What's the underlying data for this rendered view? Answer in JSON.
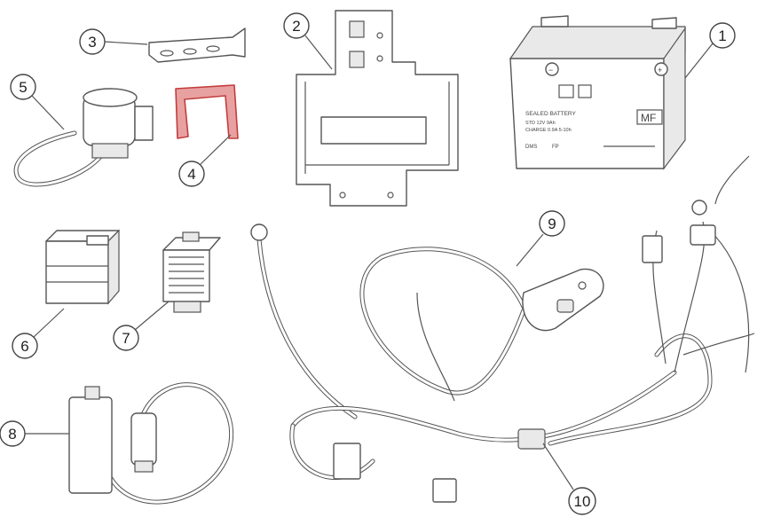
{
  "diagram": {
    "callouts": [
      {
        "id": "1",
        "label": "1",
        "part": "battery"
      },
      {
        "id": "2",
        "label": "2",
        "part": "battery-tray"
      },
      {
        "id": "3",
        "label": "3",
        "part": "mounting-bracket"
      },
      {
        "id": "4",
        "label": "4",
        "part": "battery-strap"
      },
      {
        "id": "5",
        "label": "5",
        "part": "starter-relay"
      },
      {
        "id": "6",
        "label": "6",
        "part": "relay"
      },
      {
        "id": "7",
        "label": "7",
        "part": "regulator-rectifier"
      },
      {
        "id": "8",
        "label": "8",
        "part": "ignition-coil"
      },
      {
        "id": "9",
        "label": "9",
        "part": "handlebar-switch"
      },
      {
        "id": "10",
        "label": "10",
        "part": "wiring-harness"
      }
    ],
    "battery_labels": {
      "sealed": "SEALED BATTERY",
      "mf": "MF",
      "spec1": "STD 12V 9Ah",
      "spec2": "CHARGE 0.9A 5-10h",
      "plus_terminal": "+",
      "minus_terminal": "−",
      "code1": "DMS",
      "code2": "FP"
    },
    "colors": {
      "line": "#555555",
      "strap": "#e8a1a1",
      "strap_outline": "#c33d3d",
      "background": "#ffffff"
    }
  }
}
